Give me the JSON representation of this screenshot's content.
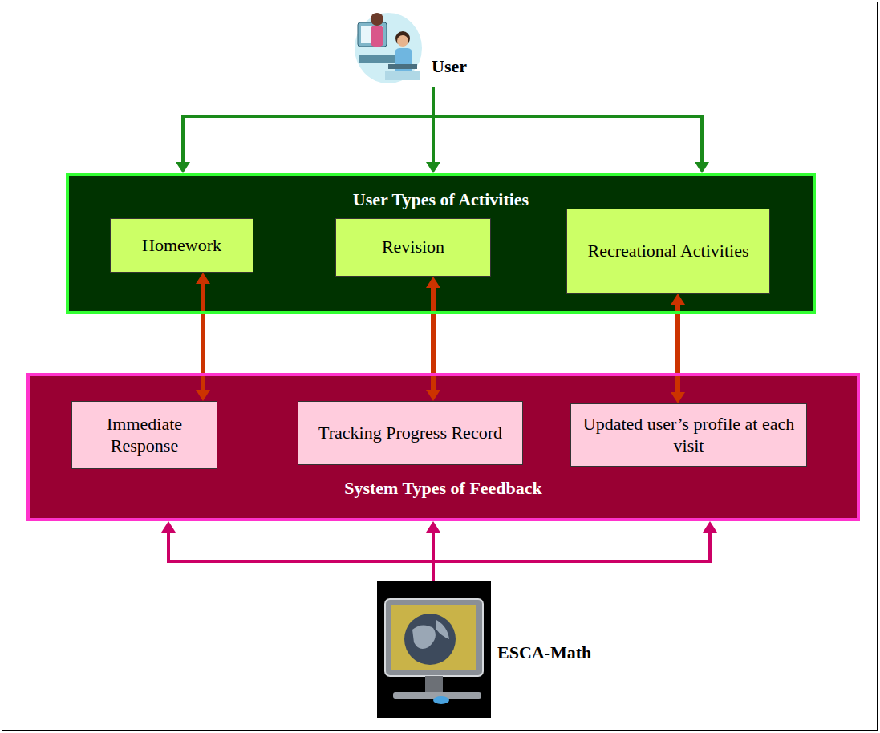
{
  "diagram": {
    "nodes": [
      {
        "text": [
          "User"
        ]
      },
      {
        "text": [
          "User Types of Activities"
        ]
      },
      {
        "text": [
          "Homework"
        ],
        "in": 1
      },
      {
        "text": [
          "Revision"
        ],
        "in": 1
      },
      {
        "text": [
          "Recreational Activities"
        ],
        "in": 1
      },
      {
        "text": [
          "System Types of Feedback"
        ]
      },
      {
        "text": [
          "Immediate Response"
        ],
        "in": 5
      },
      {
        "text": [
          "Tracking Progress Record"
        ],
        "in": 5
      },
      {
        "text": [
          "Updated user’s profile at each visit"
        ],
        "in": 5
      },
      {
        "text": [
          "ESCA-Math"
        ]
      }
    ],
    "edges": [
      {
        "from": 0,
        "to": 1,
        "arrow": "to"
      },
      {
        "from": 2,
        "to": 6,
        "arrow": "both"
      },
      {
        "from": 3,
        "to": 7,
        "arrow": "both"
      },
      {
        "from": 4,
        "to": 8,
        "arrow": "both"
      },
      {
        "from": 9,
        "to": 5,
        "arrow": "to"
      }
    ]
  }
}
